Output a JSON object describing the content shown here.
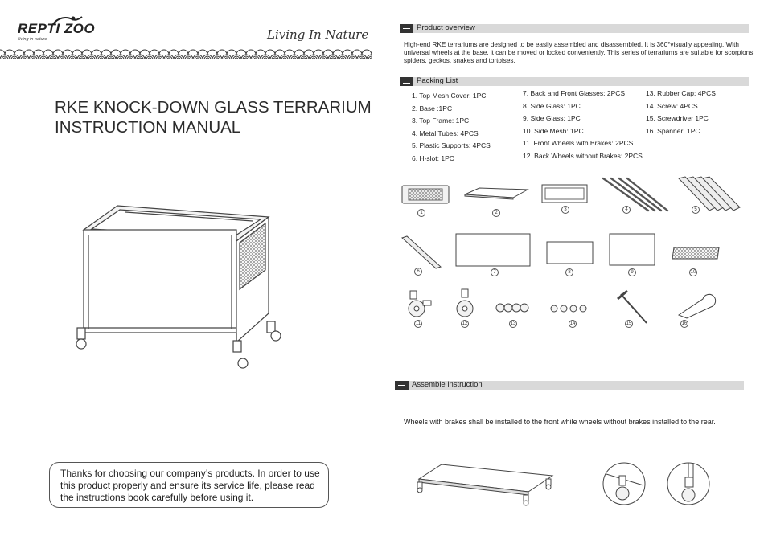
{
  "brand": {
    "name": "REPTI ZOO",
    "tagline_small": "living in nature"
  },
  "header_tagline": "Living In Nature",
  "title": {
    "line1": "RKE KNOCK-DOWN GLASS TERRARIUM",
    "line2": "INSTRUCTION MANUAL"
  },
  "thanks": "Thanks for choosing our company’s products. In order to use this product properly and ensure its service life, please read the instructions book carefully before using it.",
  "overview": {
    "heading": "Product overview",
    "text": "High-end RKE terrariums are designed to be easily assembled and disassembled. It is 360°visually appealing. With universal wheels at the base, it can be moved or locked conveniently. This series of terrariums are suitable for scorpions, spiders, geckos, snakes and tortoises."
  },
  "packing": {
    "heading": "Packing List",
    "col1": [
      "1. Top Mesh Cover: 1PC",
      "2. Base :1PC",
      "3. Top Frame: 1PC",
      "4. Metal Tubes: 4PCS",
      "5. Plastic Supports: 4PCS",
      "6. H-slot: 1PC"
    ],
    "col2": [
      "7. Back and Front Glasses: 2PCS",
      "8. Side Glass: 1PC",
      "9. Side Glass: 1PC",
      "10. Side Mesh: 1PC",
      "11. Front Wheels with Brakes: 2PCS",
      "12.  Back Wheels without Brakes: 2PCS"
    ],
    "col3": [
      "13. Rubber Cap: 4PCS",
      "14. Screw: 4PCS",
      "15. Screwdriver 1PC",
      "16. Spanner: 1PC"
    ]
  },
  "part_numbers": [
    "1",
    "2",
    "3",
    "4",
    "5",
    "6",
    "7",
    "8",
    "9",
    "10",
    "11",
    "12",
    "13",
    "14",
    "15",
    "16"
  ],
  "assemble": {
    "heading": "Assemble instruction",
    "text": "Wheels with brakes shall be installed to the front while wheels without brakes installed to the rear."
  }
}
